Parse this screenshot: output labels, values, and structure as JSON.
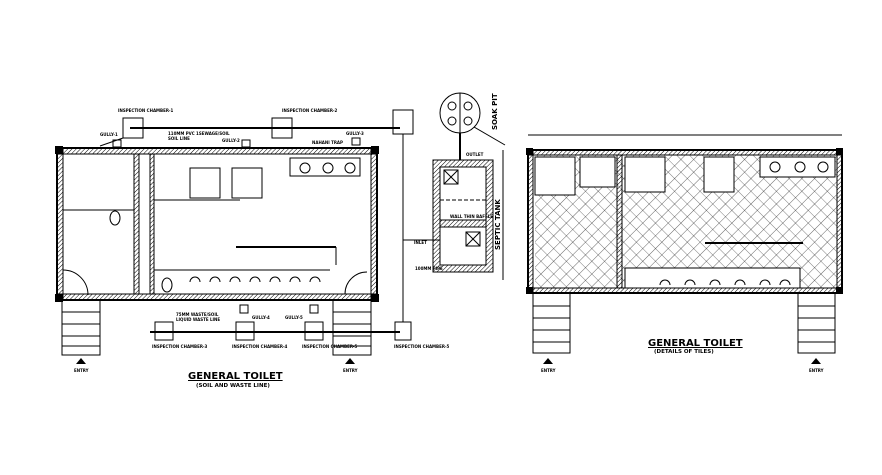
{
  "left_plan": {
    "title": "GENERAL TOILET",
    "subtitle": "(SOIL AND WASTE LINE)",
    "labels": {
      "gully_1": "GULLY-1",
      "gully_2": "GULLY-2",
      "gully_3": "GULLY-3",
      "gully_4": "GULLY-4",
      "gully_5": "GULLY-5",
      "chamber_1": "INSPECTION CHAMBER-1",
      "chamber_2": "INSPECTION CHAMBER-2",
      "chamber_3": "INSPECTION CHAMBER-3",
      "chamber_4": "INSPECTION CHAMBER-4",
      "chamber_5": "INSPECTION CHAMBER-5",
      "soil_line": "110MM PVC 1SEWAGE/SOIL",
      "soil_line_2": "SOIL LINE",
      "waste_line": "75MM WASTE/SOIL",
      "waste_line_2": "LIQUID WASTE LINE",
      "nahani_trap": "NAHANI TRAP",
      "entry": "ENTRY"
    }
  },
  "septic": {
    "soak_pit": "SOAK PIT",
    "septic_tank": "SEPTIC TANK",
    "inlet": "INLET",
    "outlet": "OUTLET",
    "baffle": "WALL THIN BAFFLE",
    "pipe": "100MM PIPE"
  },
  "right_plan": {
    "title": "GENERAL TOILET",
    "subtitle": "(DETAILS OF TILES)",
    "entry": "ENTRY"
  }
}
